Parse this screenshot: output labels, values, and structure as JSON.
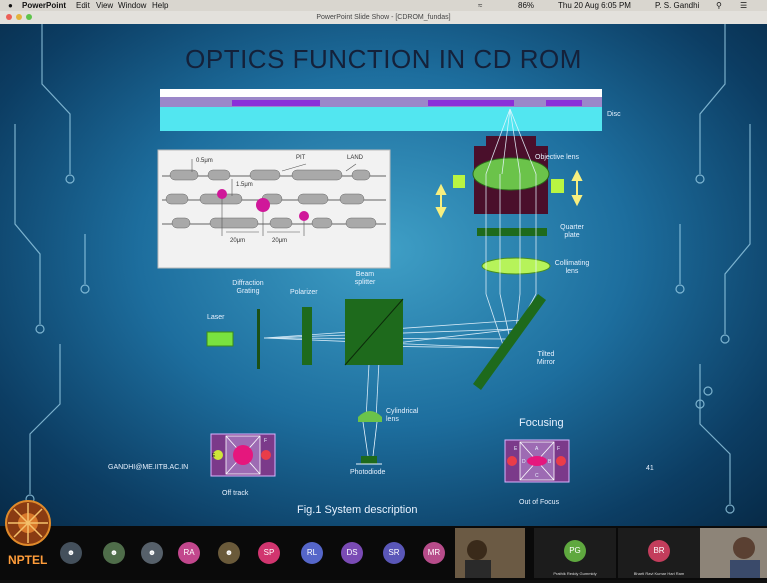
{
  "menubar": {
    "apple": "",
    "app": "PowerPoint",
    "items": [
      "Edit",
      "View",
      "Window",
      "Help"
    ],
    "battery": "86%",
    "datetime": "Thu 20 Aug 6:05 PM",
    "user": "P. S. Gandhi"
  },
  "window": {
    "title": "PowerPoint Slide Show - [CDROM_fundas]"
  },
  "slide": {
    "title": "OPTICS FUNCTION IN CD ROM",
    "disc_label": "Disc",
    "pit_label": "PIT",
    "land_label": "LAND",
    "dim_pitch": "0.5μm",
    "dim_track": "1.5μm",
    "dim_a": "20μm",
    "dim_b": "20μm",
    "objective_lens": "Objective lens",
    "quarter_plate": "Quarter plate",
    "collimating_lens": "Collimating lens",
    "diffraction_grating": "Diffraction Grating",
    "polarizer": "Polarizer",
    "beam_splitter": "Beam splitter",
    "laser": "Laser",
    "tilted_mirror": "Tilted Mirror",
    "cylindrical_lens": "Cylindrical lens",
    "photodiode": "Photodiode",
    "focusing": "Focusing",
    "email": "GANDHI@ME.IITB.AC.IN",
    "page_number": "41",
    "off_track": "Off track",
    "out_of_focus": "Out of Focus",
    "caption": "Fig.1 System description",
    "quad_e": "E",
    "quad_f": "F",
    "quad_a": "A",
    "quad_b": "B",
    "quad_c": "C",
    "quad_d": "D"
  },
  "bottom": {
    "logo": "NPTEL",
    "participants": [
      {
        "initials": "RA",
        "color": "#c2478d"
      },
      {
        "initials": "SP",
        "color": "#d1356f"
      },
      {
        "initials": "RL",
        "color": "#5566c9"
      },
      {
        "initials": "DS",
        "color": "#7a4bb5"
      },
      {
        "initials": "SR",
        "color": "#5a57b8"
      },
      {
        "initials": "MR",
        "color": "#b74c8a"
      }
    ],
    "tile_pg": {
      "initials": "PG",
      "name": "Prathik Reddy Gummidy",
      "color": "#5fa83f"
    },
    "tile_br": {
      "initials": "BR",
      "name": "Bharti Ravi Kumar Hari Ram",
      "color": "#c33d5c"
    }
  }
}
